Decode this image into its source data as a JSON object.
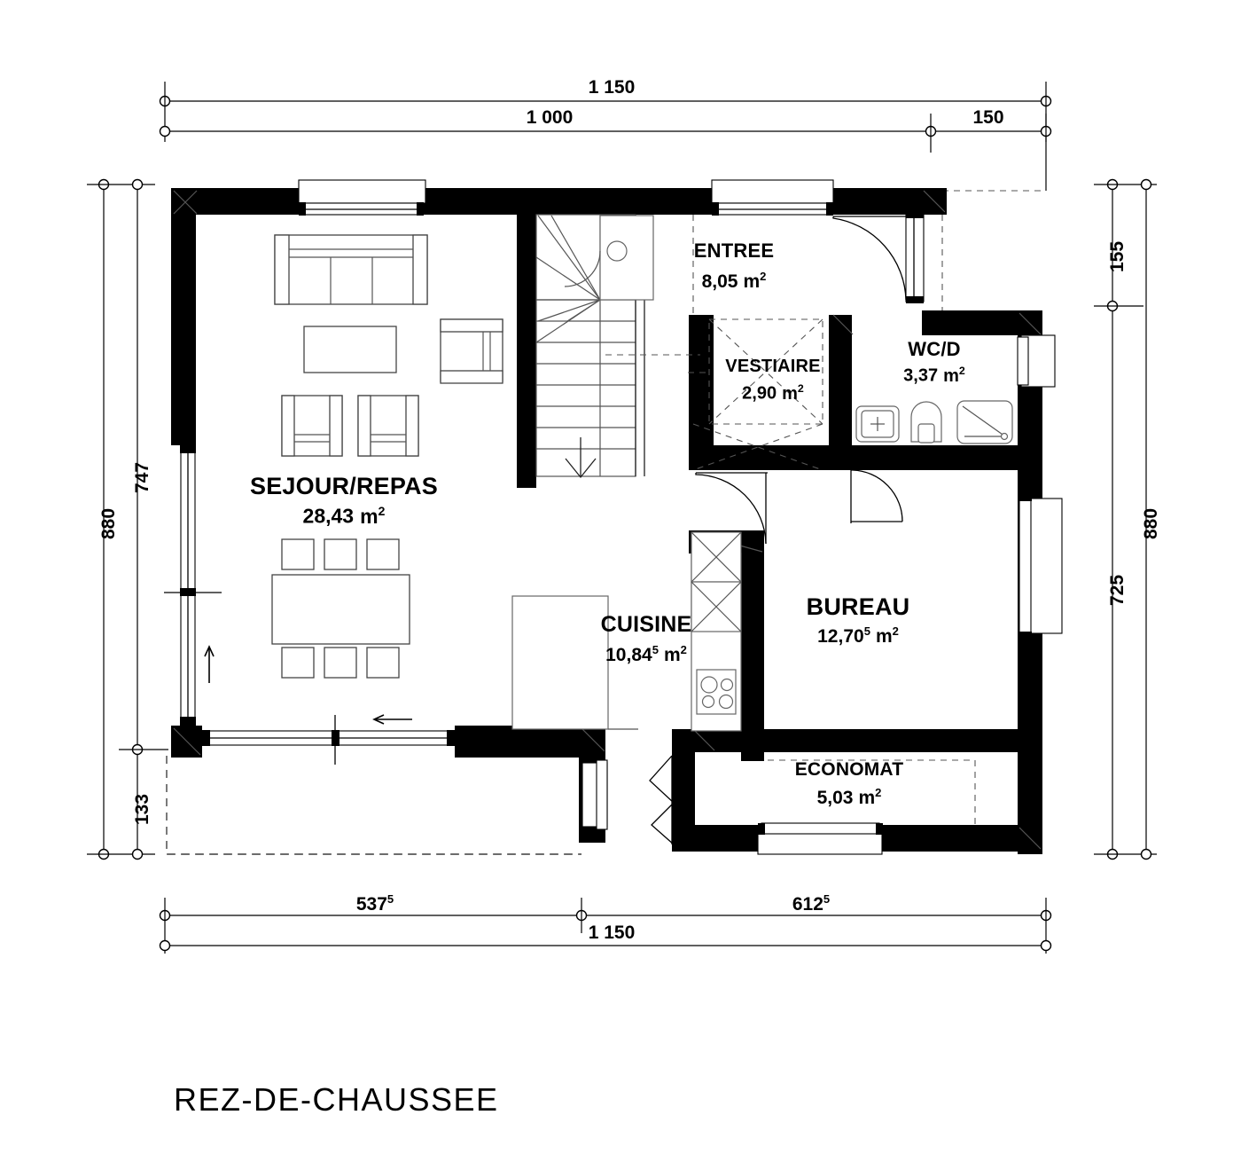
{
  "drawing": {
    "title": "REZ-DE-CHAUSSEE",
    "type": "architectural-floor-plan",
    "units": "cm",
    "line_color": "#000000",
    "wall_fill": "#000000",
    "background": "#ffffff"
  },
  "rooms": [
    {
      "id": "sejour",
      "name": "SEJOUR/REPAS",
      "area_value": "28,43",
      "area_sup": "",
      "area_unit": "m",
      "area_exp": "2"
    },
    {
      "id": "entree",
      "name": "ENTREE",
      "area_value": "8,05",
      "area_sup": "",
      "area_unit": "m",
      "area_exp": "2"
    },
    {
      "id": "vestiaire",
      "name": "VESTIAIRE",
      "area_value": "2,90",
      "area_sup": "",
      "area_unit": "m",
      "area_exp": "2"
    },
    {
      "id": "wcd",
      "name": "WC/D",
      "area_value": "3,37",
      "area_sup": "",
      "area_unit": "m",
      "area_exp": "2"
    },
    {
      "id": "cuisine",
      "name": "CUISINE",
      "area_value": "10,84",
      "area_sup": "5",
      "area_unit": "m",
      "area_exp": "2"
    },
    {
      "id": "bureau",
      "name": "BUREAU",
      "area_value": "12,70",
      "area_sup": "5",
      "area_unit": "m",
      "area_exp": "2"
    },
    {
      "id": "economat",
      "name": "ECONOMAT",
      "area_value": "5,03",
      "area_sup": "",
      "area_unit": "m",
      "area_exp": "2"
    }
  ],
  "dimensions": {
    "top_outer": {
      "label": "1 150",
      "sup": ""
    },
    "top_inner_a": {
      "label": "1 000",
      "sup": ""
    },
    "top_inner_b": {
      "label": "150",
      "sup": ""
    },
    "left_outer": {
      "label": "880",
      "sup": ""
    },
    "left_inner_a": {
      "label": "747",
      "sup": ""
    },
    "left_inner_b": {
      "label": "133",
      "sup": ""
    },
    "right_inner_a": {
      "label": "155",
      "sup": ""
    },
    "right_inner_b": {
      "label": "725",
      "sup": ""
    },
    "right_outer": {
      "label": "880",
      "sup": ""
    },
    "bottom_inner_a": {
      "label": "537",
      "sup": "5"
    },
    "bottom_inner_b": {
      "label": "612",
      "sup": "5"
    },
    "bottom_outer": {
      "label": "1 150",
      "sup": ""
    }
  },
  "fixtures": [
    {
      "id": "sofa-3seat",
      "name": "sofa",
      "room": "sejour"
    },
    {
      "id": "coffee-table",
      "name": "coffee-table",
      "room": "sejour"
    },
    {
      "id": "armchair-side",
      "name": "armchair",
      "room": "sejour"
    },
    {
      "id": "armchair-1",
      "name": "armchair",
      "room": "sejour"
    },
    {
      "id": "armchair-2",
      "name": "armchair",
      "room": "sejour"
    },
    {
      "id": "dining-table",
      "name": "dining-table",
      "room": "sejour"
    },
    {
      "id": "dining-chairs",
      "name": "dining-chairs",
      "room": "sejour",
      "count": "6"
    },
    {
      "id": "staircase",
      "name": "staircase",
      "room": "sejour"
    },
    {
      "id": "kitchen-hob",
      "name": "cooktop",
      "room": "cuisine"
    },
    {
      "id": "kitchen-units",
      "name": "tall-cabinets",
      "room": "cuisine"
    },
    {
      "id": "kitchen-island",
      "name": "kitchen-counter",
      "room": "cuisine"
    },
    {
      "id": "wc-basin",
      "name": "washbasin",
      "room": "wcd"
    },
    {
      "id": "wc-toilet",
      "name": "toilet",
      "room": "wcd"
    },
    {
      "id": "wc-shower",
      "name": "shower-tray",
      "room": "wcd"
    }
  ],
  "openings": [
    {
      "id": "window-sejour-north",
      "name": "window",
      "wall": "north"
    },
    {
      "id": "window-entree-north",
      "name": "window",
      "wall": "north"
    },
    {
      "id": "door-entrance",
      "name": "entrance-door",
      "wall": "east"
    },
    {
      "id": "window-wcd-east",
      "name": "window",
      "wall": "east"
    },
    {
      "id": "window-bureau-east",
      "name": "window",
      "wall": "east"
    },
    {
      "id": "window-economat-south",
      "name": "window",
      "wall": "south"
    },
    {
      "id": "slider-sejour-west",
      "name": "sliding-door",
      "wall": "west"
    },
    {
      "id": "slider-sejour-south",
      "name": "sliding-door",
      "wall": "south"
    },
    {
      "id": "door-bureau",
      "name": "interior-door",
      "wall": "interior"
    },
    {
      "id": "door-wcd",
      "name": "interior-door",
      "wall": "interior"
    },
    {
      "id": "door-economat",
      "name": "folding-door",
      "wall": "interior"
    }
  ]
}
